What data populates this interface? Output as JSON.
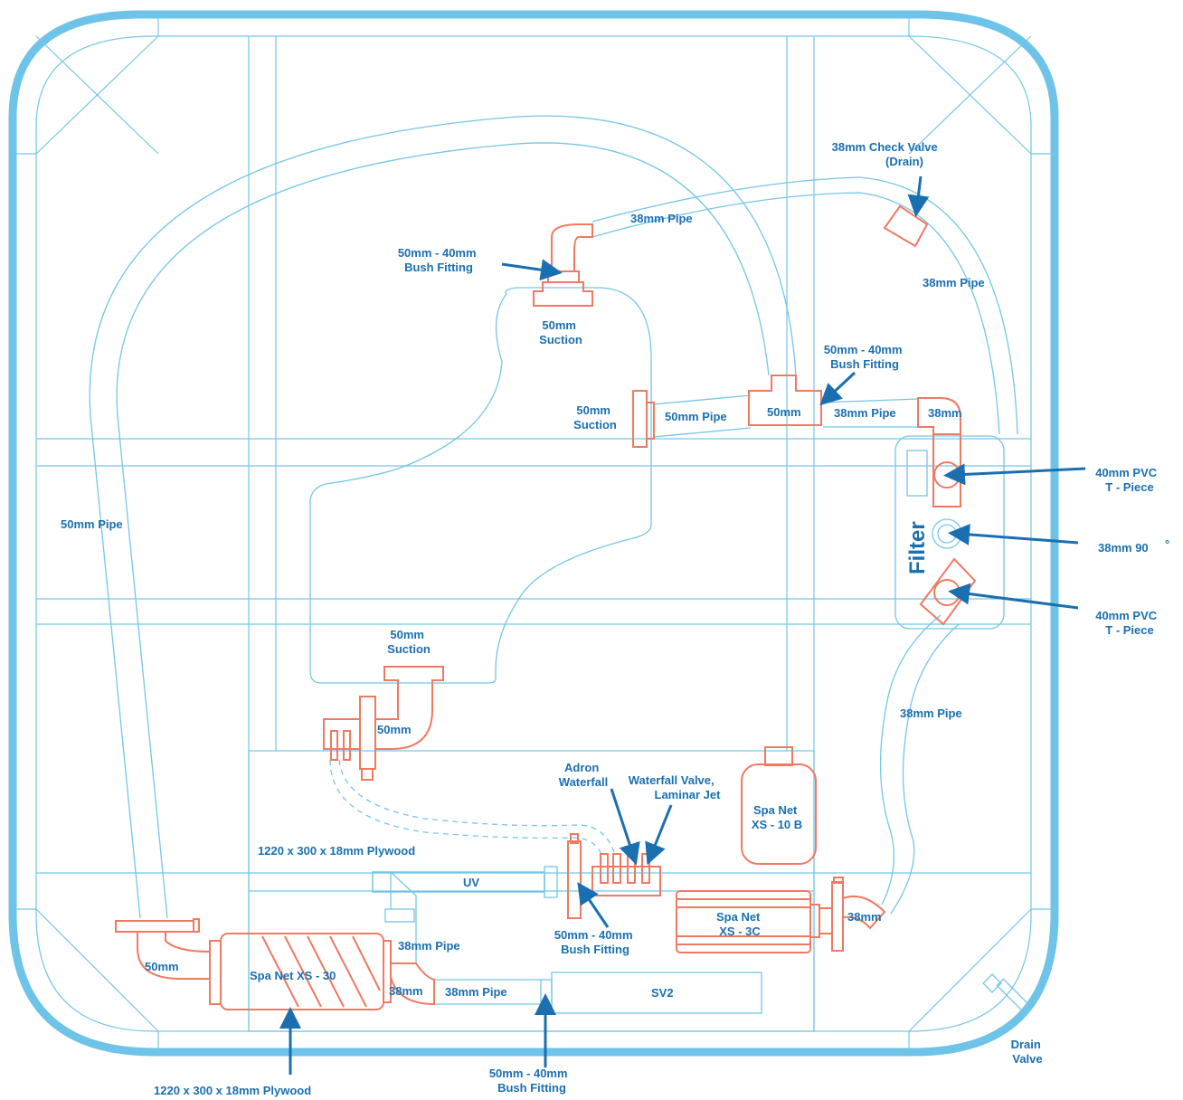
{
  "colors": {
    "frame": "#6ec3e8",
    "structure": "#74c6e6",
    "components": "#ef7a62",
    "labels": "#1a6fb0"
  },
  "labels": {
    "check_valve": [
      "38mm Check Valve",
      "(Drain)"
    ],
    "pipe_38_top": "38mm Pipe",
    "bush_top_left": [
      "50mm - 40mm",
      "Bush Fitting"
    ],
    "suction_top": [
      "50mm",
      "Suction"
    ],
    "pipe_38_right_top": "38mm Pipe",
    "bush_top_right": [
      "50mm - 40mm",
      "Bush Fitting"
    ],
    "suction_mid": [
      "50mm",
      "Suction"
    ],
    "pipe_50_mid": "50mm Pipe",
    "tee_50": "50mm",
    "pipe_38_mid": "38mm Pipe",
    "elbow_38_top": "38mm",
    "filter": "Filter",
    "tpiece_top": [
      "40mm PVC",
      "T - Piece"
    ],
    "elbow_90": "38mm 90",
    "degree": "°",
    "tpiece_bottom": [
      "40mm PVC",
      "T - Piece"
    ],
    "pipe_50_left": "50mm Pipe",
    "suction_bottom": [
      "50mm",
      "Suction"
    ],
    "elbow_50": "50mm",
    "pipe_38_right_bottom": "38mm Pipe",
    "adron": [
      "Adron",
      "Waterfall"
    ],
    "waterfall_valve": [
      "Waterfall Valve,",
      "Laminar Jet"
    ],
    "heater": [
      "Spa Net",
      "XS - 10 B"
    ],
    "plywood_top": "1220 x 300 x 18mm Plywood",
    "uv": "UV",
    "bush_mid": [
      "50mm - 40mm",
      "Bush Fitting"
    ],
    "pump_right": [
      "Spa Net",
      "XS - 3C"
    ],
    "elbow_38_pump": "38mm",
    "pipe_38_vertical": "38mm Pipe",
    "elbow_50_pump": "50mm",
    "pump_left": "Spa Net XS - 30",
    "elbow_38_bottom": "38mm",
    "pipe_38_bottom": "38mm Pipe",
    "sv2": "SV2",
    "drain_valve": [
      "Drain",
      "Valve"
    ],
    "plywood_bottom": "1220 x 300 x 18mm Plywood",
    "bush_bottom": [
      "50mm - 40mm",
      "Bush Fitting"
    ]
  }
}
